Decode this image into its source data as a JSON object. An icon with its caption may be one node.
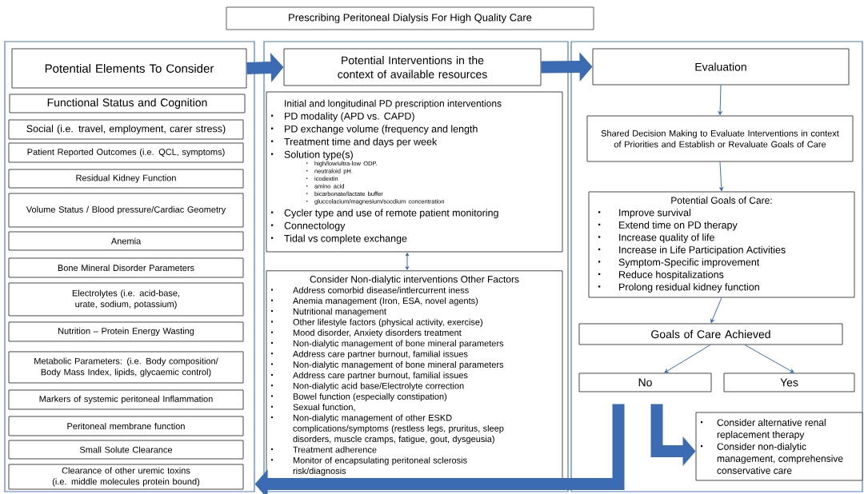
{
  "diagram": {
    "title": "Prescribing Peritoneal Dialysis For High Quality Care",
    "nodes": [
      {
        "text": [],
        "shape": "box"
      },
      {
        "text": [
          "Potential Elements To Consider"
        ],
        "in": 0
      },
      {
        "text": [
          "Functional Status and Cognition"
        ],
        "in": 0
      },
      {
        "text": [
          "Social (i.e. travel, employment, carer stress)"
        ],
        "in": 0
      },
      {
        "text": [
          "Patient Reported Outcomes (i.e. QCL, symptoms)"
        ],
        "in": 0
      },
      {
        "text": [
          "Residual Kidney Function"
        ],
        "in": 0
      },
      {
        "text": [
          "Volume Status / Blood pressure/Cardiac Geometry"
        ],
        "in": 0
      },
      {
        "text": [
          "Anemia"
        ],
        "in": 0
      },
      {
        "text": [
          "Bone Mineral Disorder Parameters"
        ],
        "in": 0
      },
      {
        "text": [
          "Electrolytes (i.e. acid-base, urate, sodium, potassium)"
        ],
        "in": 0
      },
      {
        "text": [
          "Nutrition – Protein Energy Wasting"
        ],
        "in": 0
      },
      {
        "text": [
          "Metabolic Parameters: (i.e. Body composition/ Body Mass Index, lipids, glycaemic control)"
        ],
        "in": 0
      },
      {
        "text": [
          "Markers of systemic peritoneal Inflammation"
        ],
        "in": 0
      },
      {
        "text": [
          "Peritoneal membrane function"
        ],
        "in": 0
      },
      {
        "text": [
          "Small Solute Clearance"
        ],
        "in": 0
      },
      {
        "text": [
          "Clearance of other uremic toxins (i.e. middle molecules protein bound)"
        ],
        "in": 0
      },
      {
        "text": [],
        "shape": "box"
      },
      {
        "text": [
          "Potential Interventions in the context of available resources"
        ],
        "in": 16
      },
      {
        "text": [
          "Initial and longitudinal PD prescription interventions",
          "PD modality (APD vs. CAPD)",
          "PD exchange volume (frequency and length",
          "Treatment time and days per week",
          "Solution type(s)",
          "high/low/ultra-low ODP.",
          "neutraloid pH.",
          "icodextin",
          "amino acid",
          "bicarbonate/lactate buffer",
          "gluccolacium/magnesium/socdium concentration",
          "Cycler type and use of remote patient monitoring",
          "Connectology",
          "Tidal vs complete exchange"
        ],
        "in": 16
      },
      {
        "text": [
          "Consider Non-dialytic interventions Other Factors",
          "Address comorbid disease/intlercurrent iness",
          "Anemia management (Iron, ESA, novel agents)",
          "Nutritional management",
          "Other lifestyle factors (physical activity, exercise)",
          "Mood disorder, Anxiety disorders treatment",
          "Non-dialytic management of bone mineral parameters",
          "Address care partner burnout, familial issues",
          "Non-dialytic management of bone mineral parameters",
          "Address care partner burnout, familial issues",
          "Non-dialytic acid base/Electrolyte correction",
          "Bowel function (especially constipation)",
          "Sexual function,",
          "Non-dialytic management of other ESKD complications/symptoms (restless legs, pruritus, sleep disorders, muscle cramps, fatigue, gout, dysgeusia)",
          "Treatment adherence",
          "Monitor of encapsulating peritoneal sclerosis risk/diagnosis"
        ],
        "in": 16
      },
      {
        "text": [],
        "shape": "box"
      },
      {
        "text": [
          "Evaluation"
        ],
        "in": 20
      },
      {
        "text": [
          "Shared Decision Making to Evaluate Interventions in context of Priorities and Establish or Revaluate Goals of Care"
        ],
        "in": 20
      },
      {
        "text": [
          "Potential Goals of Care:",
          "Improve survival",
          "Extend time on PD therapy",
          "Increase quality of life",
          "Increase in Life Participation Activities",
          "Symptom-Specific improvement",
          "Reduce hospitalizations",
          "Prolong residual kidney function"
        ],
        "in": 20
      },
      {
        "text": [
          "Goals of Care Achieved"
        ],
        "in": 20
      },
      {
        "text": [
          "No"
        ],
        "in": 20
      },
      {
        "text": [
          "Yes"
        ],
        "in": 20
      },
      {
        "text": [
          "Consider alternative renal replacement therapy",
          "Consider non-dialytic management, comprehensive conservative care"
        ],
        "in": 20
      }
    ],
    "edges": [
      {
        "from": 1,
        "to": 17,
        "arrow": "to",
        "style": "thick"
      },
      {
        "from": 17,
        "to": 21,
        "arrow": "to",
        "style": "thick"
      },
      {
        "from": 18,
        "to": 19,
        "arrow": "both"
      },
      {
        "from": 21,
        "to": 22,
        "arrow": "to"
      },
      {
        "from": 22,
        "to": 23,
        "arrow": "to"
      },
      {
        "from": 23,
        "to": 24,
        "arrow": "to"
      },
      {
        "from": 24,
        "to": 25,
        "arrow": "to"
      },
      {
        "from": 24,
        "to": 26,
        "arrow": "to"
      },
      {
        "from": 25,
        "to": 27,
        "arrow": "to",
        "style": "thick"
      },
      {
        "from": 25,
        "to": 0,
        "arrow": "to",
        "style": "thick"
      }
    ]
  }
}
